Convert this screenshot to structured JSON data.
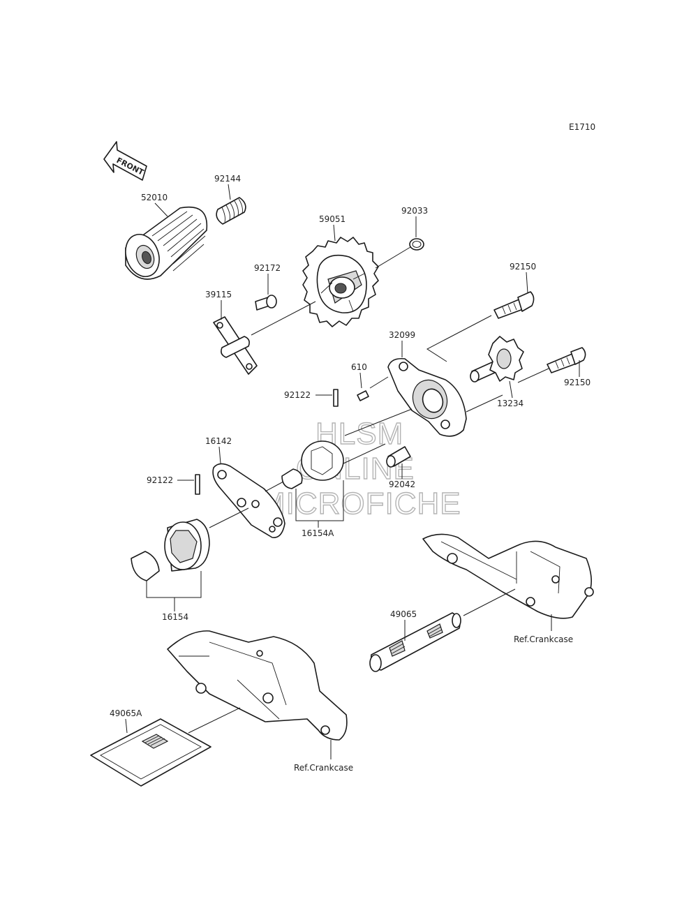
{
  "diagram_code": "E1710",
  "front_label": "FRONT",
  "watermark": {
    "line1": "HLSM",
    "line2": "ONLINE",
    "line3": "MICROFICHE"
  },
  "parts": {
    "oil_filter": "52010",
    "spring": "92144",
    "sprocket": "59051",
    "circlip": "92033",
    "bolt_92172": "92172",
    "plate_39115": "39115",
    "bolt_upper": "92150",
    "bolt_lower": "92150",
    "pump_cover": "32099",
    "pin_610": "610",
    "shaft_13234": "13234",
    "pin_upper": "92122",
    "plate_16142": "16142",
    "pin_lower": "92122",
    "rotor_16154A": "16154A",
    "collar_92042": "92042",
    "rotor_16154": "16154",
    "strainer_49065": "49065",
    "screen_49065A": "49065A",
    "ref_crankcase_right": "Ref.Crankcase",
    "ref_crankcase_bottom": "Ref.Crankcase"
  }
}
